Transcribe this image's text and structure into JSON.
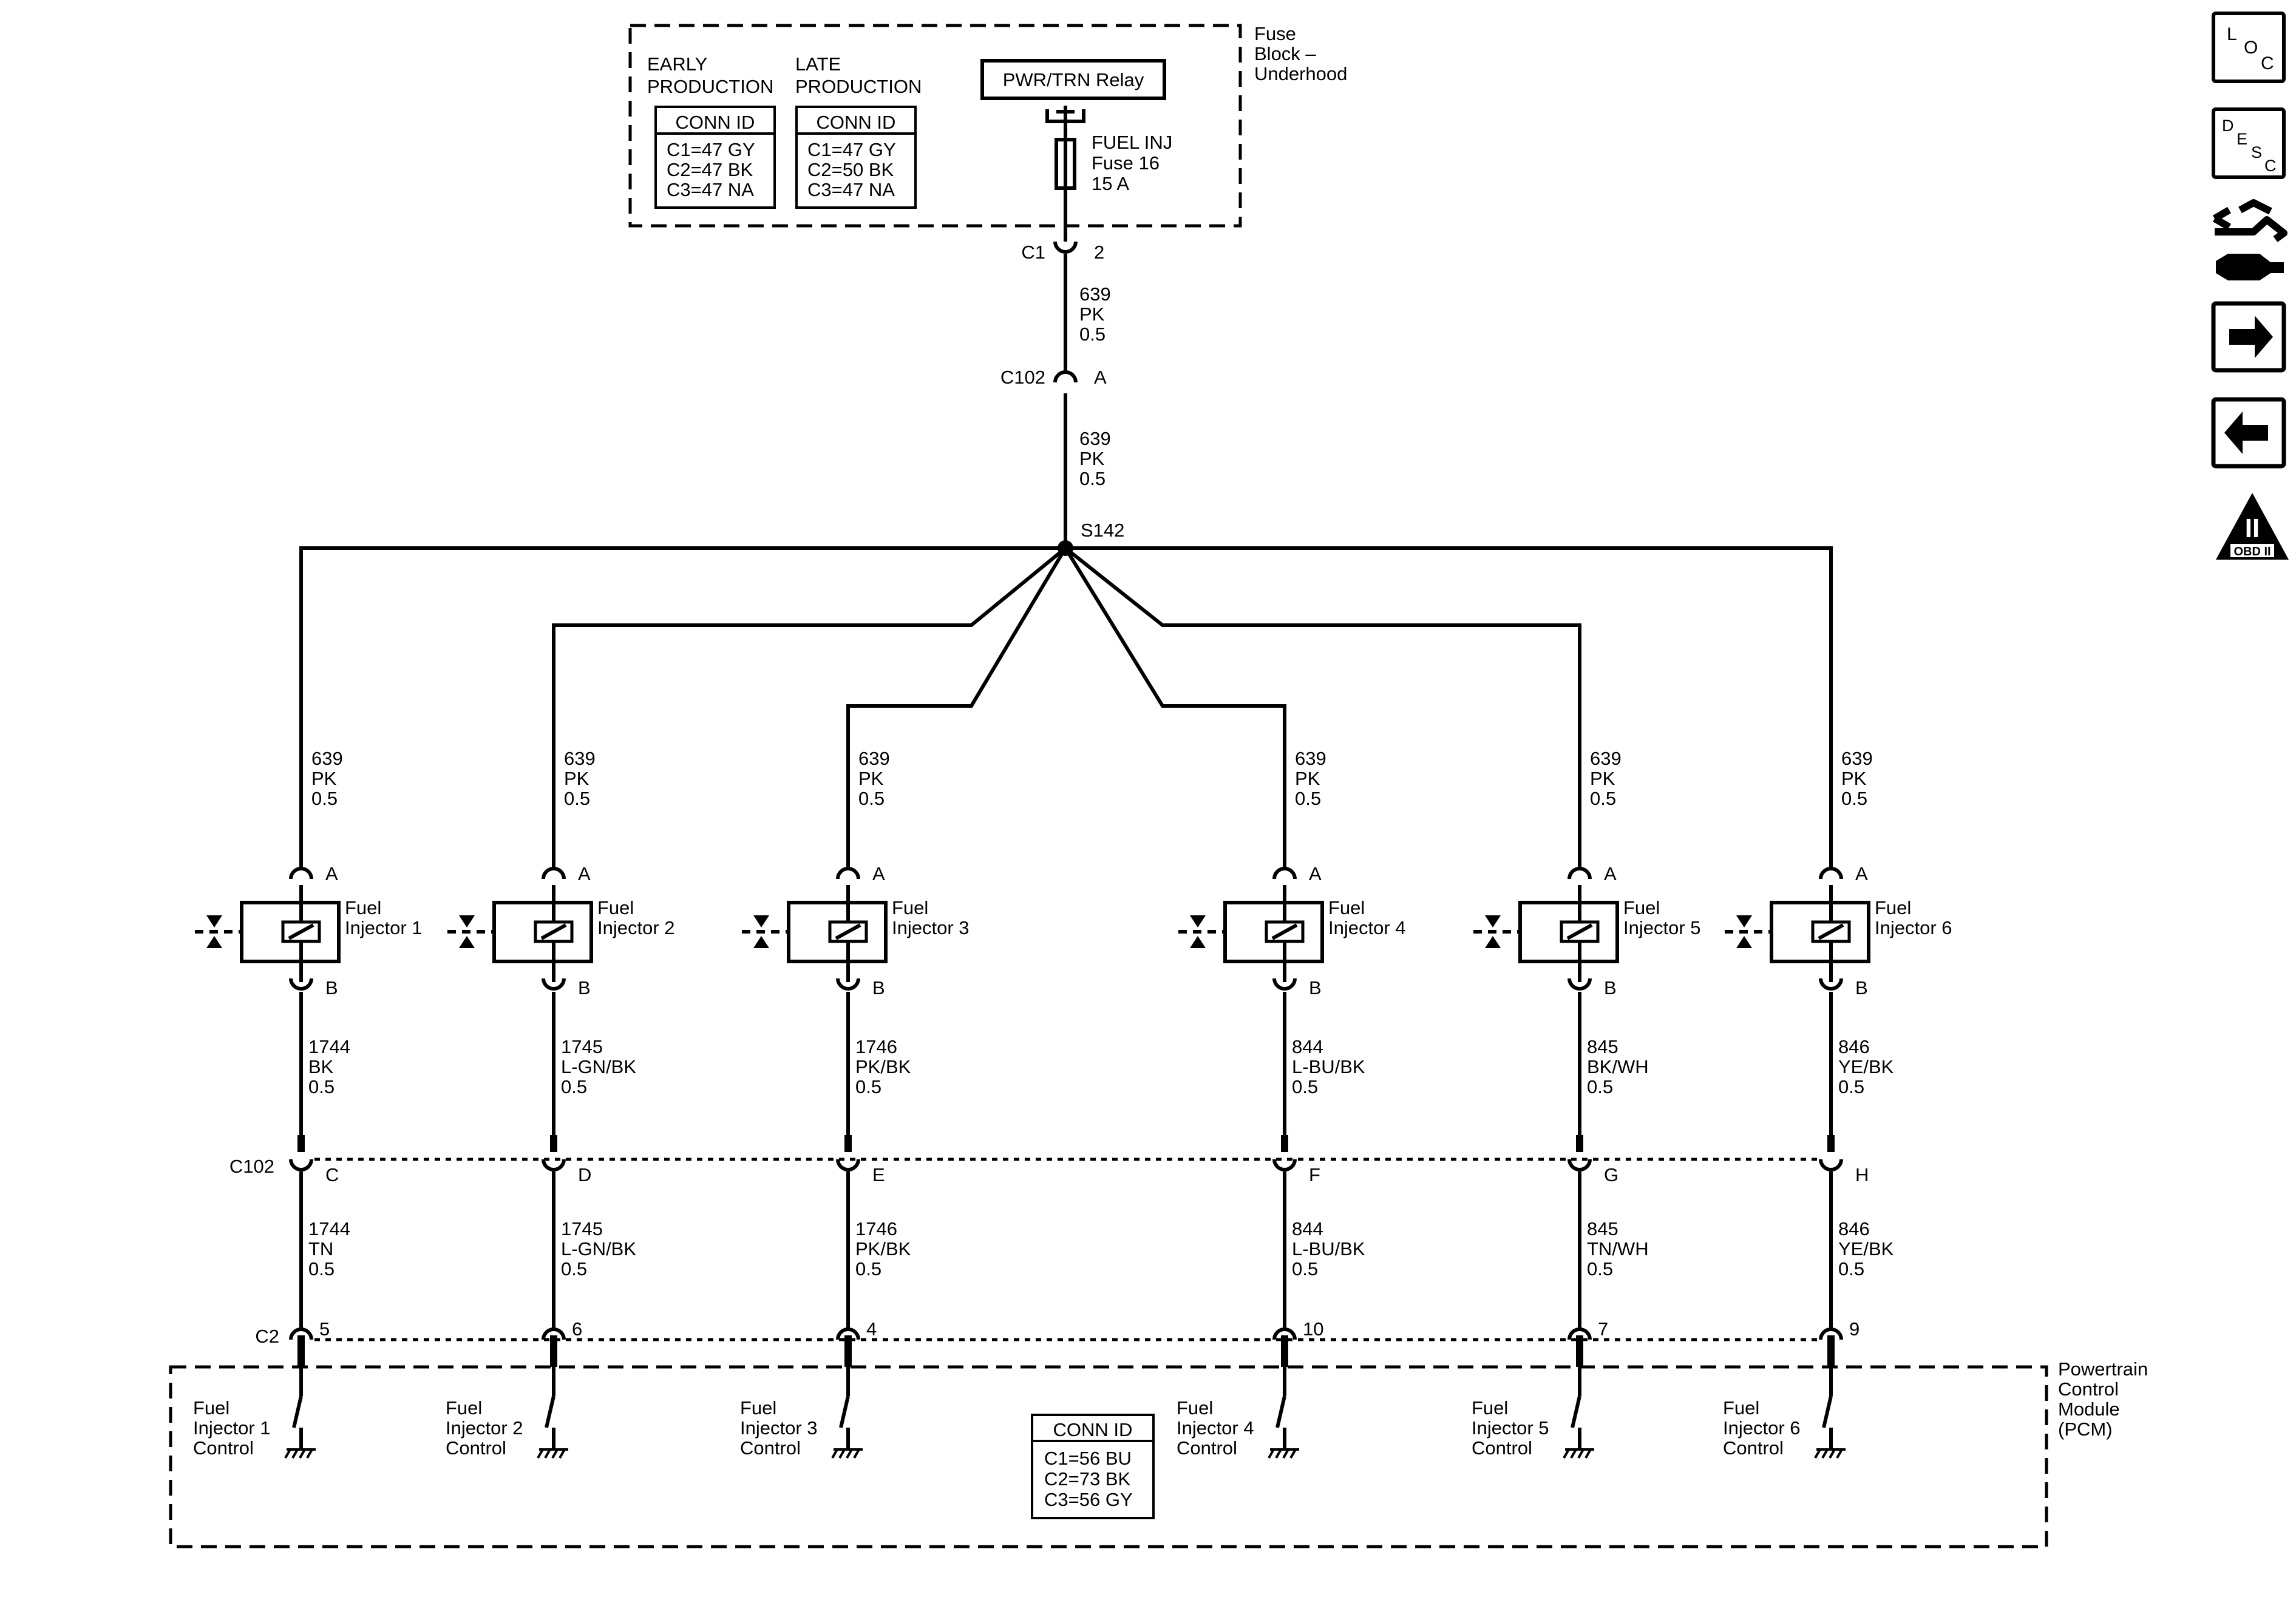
{
  "fuse_block": {
    "name": [
      "Fuse",
      "Block –",
      "Underhood"
    ],
    "early": {
      "heading": [
        "EARLY",
        "PRODUCTION"
      ],
      "conn_title": "CONN ID",
      "rows": [
        "C1=47 GY",
        "C2=47 BK",
        "C3=47 NA"
      ]
    },
    "late": {
      "heading": [
        "LATE",
        "PRODUCTION"
      ],
      "conn_title": "CONN ID",
      "rows": [
        "C1=47 GY",
        "C2=50 BK",
        "C3=47 NA"
      ]
    },
    "relay_label": "PWR/TRN Relay",
    "fuse_label": [
      "FUEL INJ",
      "Fuse 16",
      "15 A"
    ],
    "out_conn": "C1",
    "out_pin": "2"
  },
  "feed_wire_1": [
    "639",
    "PK",
    "0.5"
  ],
  "inline_conn": {
    "name": "C102",
    "pin": "A"
  },
  "feed_wire_2": [
    "639",
    "PK",
    "0.5"
  ],
  "splice": "S142",
  "c102_label": "C102",
  "c2_label": "C2",
  "injectors": [
    {
      "feed": [
        "639",
        "PK",
        "0.5"
      ],
      "pin_a": "A",
      "name": [
        "Fuel",
        "Injector 1"
      ],
      "pin_b": "B",
      "wire_b": [
        "1744",
        "BK",
        "0.5"
      ],
      "c102_pin": "C",
      "wire_c": [
        "1744",
        "TN",
        "0.5"
      ],
      "pcm_pin": "5",
      "control": [
        "Fuel",
        "Injector 1",
        "Control"
      ]
    },
    {
      "feed": [
        "639",
        "PK",
        "0.5"
      ],
      "pin_a": "A",
      "name": [
        "Fuel",
        "Injector 2"
      ],
      "pin_b": "B",
      "wire_b": [
        "1745",
        "L-GN/BK",
        "0.5"
      ],
      "c102_pin": "D",
      "wire_c": [
        "1745",
        "L-GN/BK",
        "0.5"
      ],
      "pcm_pin": "6",
      "control": [
        "Fuel",
        "Injector 2",
        "Control"
      ]
    },
    {
      "feed": [
        "639",
        "PK",
        "0.5"
      ],
      "pin_a": "A",
      "name": [
        "Fuel",
        "Injector 3"
      ],
      "pin_b": "B",
      "wire_b": [
        "1746",
        "PK/BK",
        "0.5"
      ],
      "c102_pin": "E",
      "wire_c": [
        "1746",
        "PK/BK",
        "0.5"
      ],
      "pcm_pin": "4",
      "control": [
        "Fuel",
        "Injector 3",
        "Control"
      ]
    },
    {
      "feed": [
        "639",
        "PK",
        "0.5"
      ],
      "pin_a": "A",
      "name": [
        "Fuel",
        "Injector 4"
      ],
      "pin_b": "B",
      "wire_b": [
        "844",
        "L-BU/BK",
        "0.5"
      ],
      "c102_pin": "F",
      "wire_c": [
        "844",
        "L-BU/BK",
        "0.5"
      ],
      "pcm_pin": "10",
      "control": [
        "Fuel",
        "Injector 4",
        "Control"
      ]
    },
    {
      "feed": [
        "639",
        "PK",
        "0.5"
      ],
      "pin_a": "A",
      "name": [
        "Fuel",
        "Injector 5"
      ],
      "pin_b": "B",
      "wire_b": [
        "845",
        "BK/WH",
        "0.5"
      ],
      "c102_pin": "G",
      "wire_c": [
        "845",
        "TN/WH",
        "0.5"
      ],
      "pcm_pin": "7",
      "control": [
        "Fuel",
        "Injector 5",
        "Control"
      ]
    },
    {
      "feed": [
        "639",
        "PK",
        "0.5"
      ],
      "pin_a": "A",
      "name": [
        "Fuel",
        "Injector 6"
      ],
      "pin_b": "B",
      "wire_b": [
        "846",
        "YE/BK",
        "0.5"
      ],
      "c102_pin": "H",
      "wire_c": [
        "846",
        "YE/BK",
        "0.5"
      ],
      "pcm_pin": "9",
      "control": [
        "Fuel",
        "Injector 6",
        "Control"
      ]
    }
  ],
  "pcm": {
    "name": [
      "Powertrain",
      "Control",
      "Module",
      "(PCM)"
    ],
    "conn_title": "CONN ID",
    "rows": [
      "C1=56 BU",
      "C2=73 BK",
      "C3=56 GY"
    ]
  },
  "nav": {
    "loc": [
      "L",
      "O",
      "C"
    ],
    "desc": [
      "D",
      "E",
      "S",
      "C"
    ],
    "obd": "OBD II",
    "obd_numeral": "II",
    "icons": [
      "connector-icon",
      "forward-arrow-icon",
      "back-arrow-icon",
      "obd-ii-icon"
    ]
  }
}
